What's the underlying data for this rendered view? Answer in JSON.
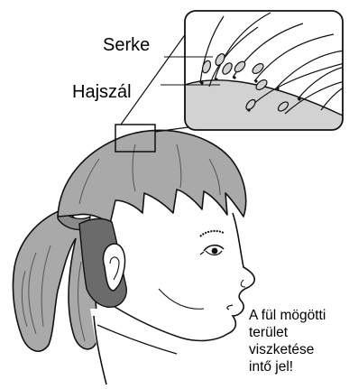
{
  "labels": {
    "nit": "Serke",
    "hair_strand": "Hajszál"
  },
  "note_lines": [
    "A fül mögötti",
    "terület",
    "viszketése",
    "intő jel!"
  ],
  "colors": {
    "hair": "#a9a9a9",
    "hair_behind_ear": "#6b6b6b",
    "skin": "#ffffff",
    "scalp_zoom": "#d2d2d2",
    "outline": "#111111"
  }
}
